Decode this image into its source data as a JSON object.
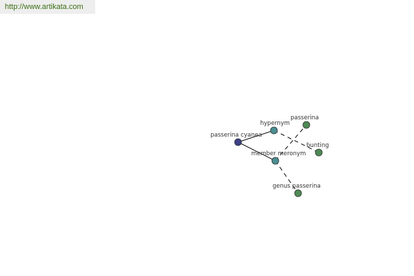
{
  "site": {
    "url_text": "http://www.artikata.com"
  },
  "colors": {
    "source": "#3b3f86",
    "relation": "#4a8f92",
    "target": "#4e8a55",
    "link": "#3a6f14"
  },
  "graph": {
    "nodes": [
      {
        "id": "passerina-cyanea",
        "label": "passerina cyanea",
        "kind": "source"
      },
      {
        "id": "hypernym",
        "label": "hypernym",
        "kind": "relation"
      },
      {
        "id": "member-meronym",
        "label": "member meronym",
        "kind": "relation"
      },
      {
        "id": "passerina",
        "label": "passerina",
        "kind": "target"
      },
      {
        "id": "bunting",
        "label": "bunting",
        "kind": "target"
      },
      {
        "id": "genus-passerina",
        "label": "genus passerina",
        "kind": "target"
      }
    ],
    "edges": [
      {
        "from": "passerina-cyanea",
        "to": "hypernym",
        "style": "solid"
      },
      {
        "from": "passerina-cyanea",
        "to": "member-meronym",
        "style": "solid"
      },
      {
        "from": "hypernym",
        "to": "bunting",
        "style": "dashed"
      },
      {
        "from": "member-meronym",
        "to": "passerina",
        "style": "dashed"
      },
      {
        "from": "member-meronym",
        "to": "genus-passerina",
        "style": "dashed"
      }
    ]
  }
}
